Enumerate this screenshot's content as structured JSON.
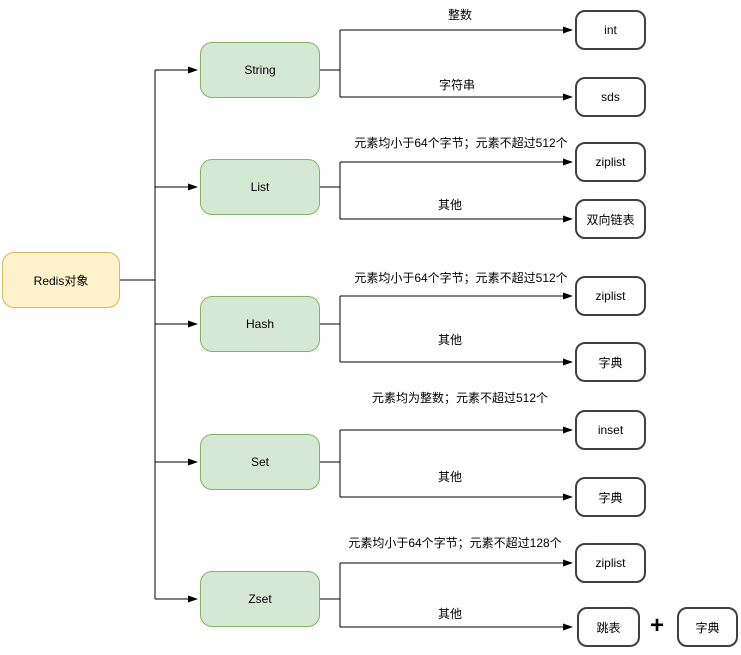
{
  "diagram": {
    "title_note": "Redis object encodings flowchart",
    "root": {
      "label": "Redis对象"
    },
    "branches": [
      {
        "type": "String",
        "edges": [
          {
            "condition": "整数",
            "target": "int"
          },
          {
            "condition": "字符串",
            "target": "sds"
          }
        ]
      },
      {
        "type": "List",
        "edges": [
          {
            "condition": "元素均小于64个字节；元素不超过512个",
            "target": "ziplist"
          },
          {
            "condition": "其他",
            "target": "双向链表"
          }
        ]
      },
      {
        "type": "Hash",
        "edges": [
          {
            "condition": "元素均小于64个字节；元素不超过512个",
            "target": "ziplist"
          },
          {
            "condition": "其他",
            "target": "字典"
          }
        ]
      },
      {
        "type": "Set",
        "edges": [
          {
            "condition": "元素均为整数；元素不超过512个",
            "target": "inset"
          },
          {
            "condition": "其他",
            "target": "字典"
          }
        ]
      },
      {
        "type": "Zset",
        "edges": [
          {
            "condition": "元素均小于64个字节；元素不超过128个",
            "target": "ziplist"
          },
          {
            "condition": "其他",
            "target": "跳表"
          }
        ]
      }
    ],
    "extra": {
      "operator": "+",
      "node": "字典"
    },
    "colors": {
      "root_fill": "#fff2cc",
      "root_border": "#d6b656",
      "type_fill": "#d5e8d4",
      "type_border": "#82b366",
      "leaf_fill": "#ffffff",
      "leaf_border": "#404040",
      "edge_line": "#000000",
      "text": "#000000"
    }
  }
}
